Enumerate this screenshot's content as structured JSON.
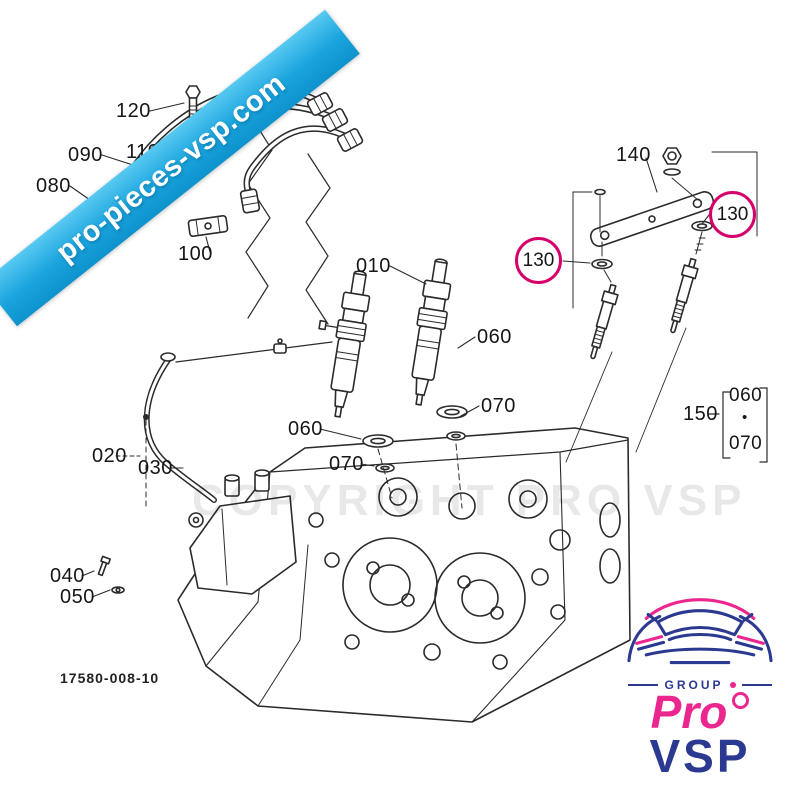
{
  "banner": {
    "text": "pro-pieces-vsp.com"
  },
  "watermark": "COPYRIGHT PRO VSP",
  "drawing_number": "17580-008-10",
  "labels": {
    "p120": "120",
    "p110": "110",
    "p090": "090",
    "p080": "080",
    "p100": "100",
    "p010": "010",
    "p140": "140",
    "p130_left": "130",
    "p130_right": "130",
    "p060_right": "060",
    "p070_right": "070",
    "p060_mid": "060",
    "p070_mid": "070",
    "p020": "020",
    "p030": "030",
    "p040": "040",
    "p050": "050",
    "p150": "150",
    "p150_060": "060",
    "p150_dot": "•",
    "p150_070": "070"
  },
  "logo": {
    "group_label": "GROUP",
    "brand_pro": "Pro",
    "brand_vsp": "VSP"
  },
  "colors": {
    "banner_blue": "#1aa4dd",
    "highlight_pink": "#d6006a",
    "logo_pink": "#ec268f",
    "logo_blue": "#2b3990",
    "line": "#2b2b2b"
  }
}
